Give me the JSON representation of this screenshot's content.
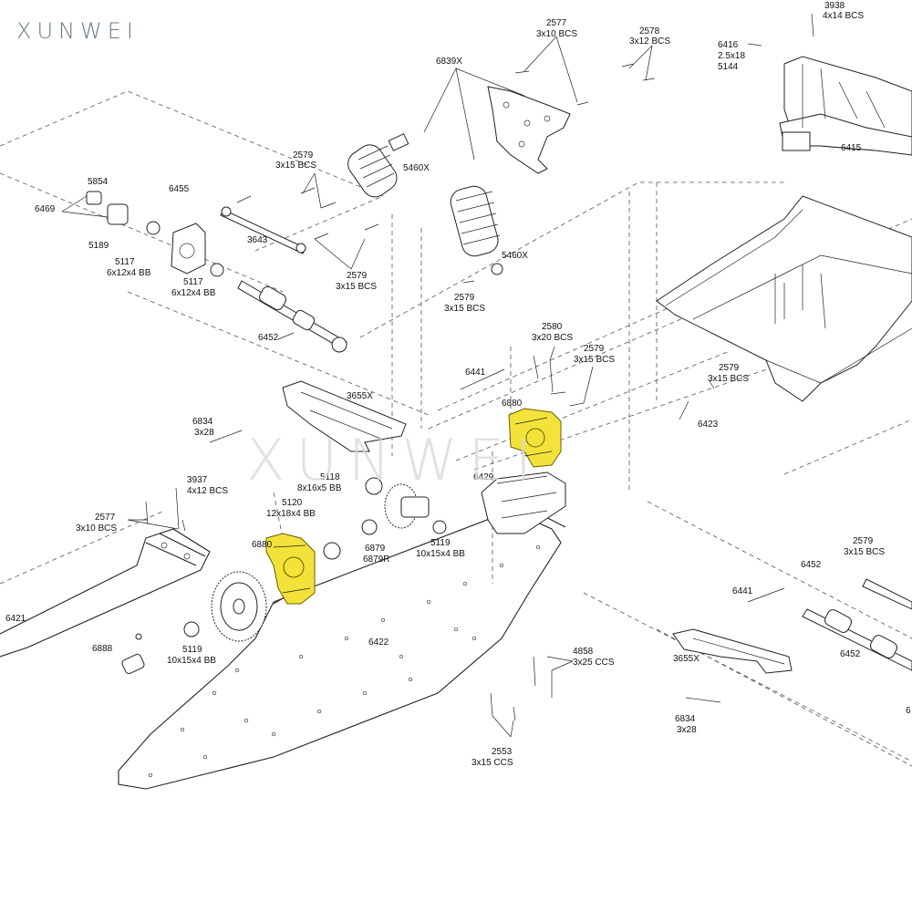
{
  "brand": {
    "logo_text": "XUNWEI",
    "watermark_text": "XUNWEI",
    "highlight_color": "#f2e23a"
  },
  "labels": {
    "l3938": "3938",
    "l4x14": "4x14 BCS",
    "l2577a": "2577",
    "l3x10a": "3x10 BCS",
    "l2578": "2578",
    "l3x12": "3x12 BCS",
    "l6416": "6416",
    "l2518": "2.5x18",
    "l5144": "5144",
    "l6839x": "6839X",
    "l6415": "6415",
    "l2579a": "2579",
    "l3x15a": "3x15 BCS",
    "l5460xa": "5460X",
    "l5460xb": "5460X",
    "l5854": "5854",
    "l6469": "6469",
    "l6455": "6455",
    "l5189": "5189",
    "l5117a": "5117",
    "l6x12a": "6x12x4 BB",
    "l5117b": "5117",
    "l6x12b": "6x12x4 BB",
    "l3643": "3643",
    "l2579b": "2579",
    "l3x15b": "3x15 BCS",
    "l2579c": "2579",
    "l3x15c": "3x15 BCS",
    "l6452a": "6452",
    "l2580": "2580",
    "l3x20": "3x20 BCS",
    "l2579d": "2579",
    "l3x15d": "3x15 BCS",
    "l6441a": "6441",
    "l3655xa": "3655X",
    "l6880a": "6880",
    "l2579e": "2579",
    "l3x15e": "3x15 BCS",
    "l6423": "6423",
    "l6834a": "6834",
    "l3x28a": "3x28",
    "l6429": "6429",
    "l5118": "5118",
    "l8x16": "8x16x5 BB",
    "l3937": "3937",
    "l4x12": "4x12 BCS",
    "l5120": "5120",
    "l12x18": "12x18x4 BB",
    "l2577b": "2577",
    "l3x10b": "3x10 BCS",
    "l6880b": "6880",
    "l6879": "6879",
    "l6879r": "6879R",
    "l5119a": "5119",
    "l10x15a": "10x15x4 BB",
    "l2579f": "2579",
    "l3x15f": "3x15 BCS",
    "l6452b": "6452",
    "l6441b": "6441",
    "l6421": "6421",
    "l6422": "6422",
    "l6888": "6888",
    "l5119b": "5119",
    "l10x15b": "10x15x4 BB",
    "l4858": "4858",
    "l3x25": "3x25 CCS",
    "l3655xb": "3655X",
    "l6452c": "6452",
    "l2553": "2553",
    "l3x15ccs": "3x15 CCS",
    "l6834b": "6834",
    "l3x28b": "3x28",
    "l6edge": "6"
  }
}
